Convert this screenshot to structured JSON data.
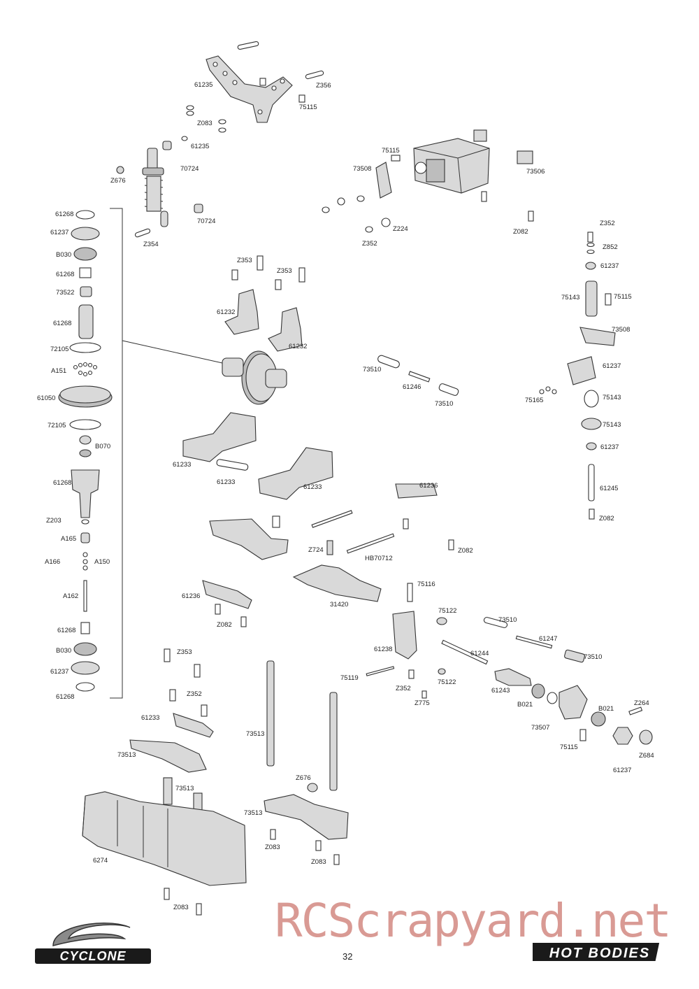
{
  "page": {
    "number": "32",
    "watermark": "RCScrapyard.net",
    "brand_left": "CYCLONE",
    "brand_right": "HOT BODIES"
  },
  "labels": {
    "l01": "61235",
    "l02": "Z356",
    "l03": "75115",
    "l04": "Z083",
    "l05": "61235",
    "l06": "70724",
    "l07": "Z676",
    "l08": "70724",
    "l09": "Z354",
    "l10": "75115",
    "l11": "73508",
    "l12": "73506",
    "l13": "Z224",
    "l14": "Z352",
    "l15": "Z082",
    "l16": "61268",
    "l17": "61237",
    "l18": "B030",
    "l19": "61268",
    "l20": "73522",
    "l21": "61268",
    "l22": "72105",
    "l23": "A151",
    "l24": "61050",
    "l25": "72105",
    "l26": "B070",
    "l27": "61268",
    "l28": "Z203",
    "l29": "A165",
    "l30": "A166",
    "l31": "A150",
    "l32": "A162",
    "l33": "61268",
    "l34": "B030",
    "l35": "61237",
    "l36": "61268",
    "l37": "Z353",
    "l38": "Z353",
    "l39": "61232",
    "l40": "61232",
    "l41": "73510",
    "l42": "61246",
    "l43": "73510",
    "l44": "Z352",
    "l45": "Z852",
    "l46": "61237",
    "l47": "75143",
    "l48": "75115",
    "l49": "73508",
    "l50": "61237",
    "l51": "75165",
    "l52": "75143",
    "l53": "75143",
    "l54": "61237",
    "l55": "61245",
    "l56": "Z082",
    "l57": "61233",
    "l58": "61233",
    "l59": "61233",
    "l60": "61236",
    "l61": "Z724",
    "l62": "HB70712",
    "l63": "Z082",
    "l64": "61236",
    "l65": "Z082",
    "l66": "31420",
    "l67": "75116",
    "l68": "61238",
    "l69": "75122",
    "l70": "73510",
    "l71": "61247",
    "l72": "61244",
    "l73": "75119",
    "l74": "Z352",
    "l75": "75122",
    "l76": "Z775",
    "l77": "61243",
    "l78": "73510",
    "l79": "B021",
    "l80": "B021",
    "l81": "Z264",
    "l82": "73507",
    "l83": "75115",
    "l84": "Z684",
    "l85": "61237",
    "l86": "Z353",
    "l87": "Z352",
    "l88": "61233",
    "l89": "73513",
    "l90": "73513",
    "l91": "73513",
    "l92": "Z676",
    "l93": "73513",
    "l94": "Z083",
    "l95": "Z083",
    "l96": "6274",
    "l97": "Z083"
  }
}
